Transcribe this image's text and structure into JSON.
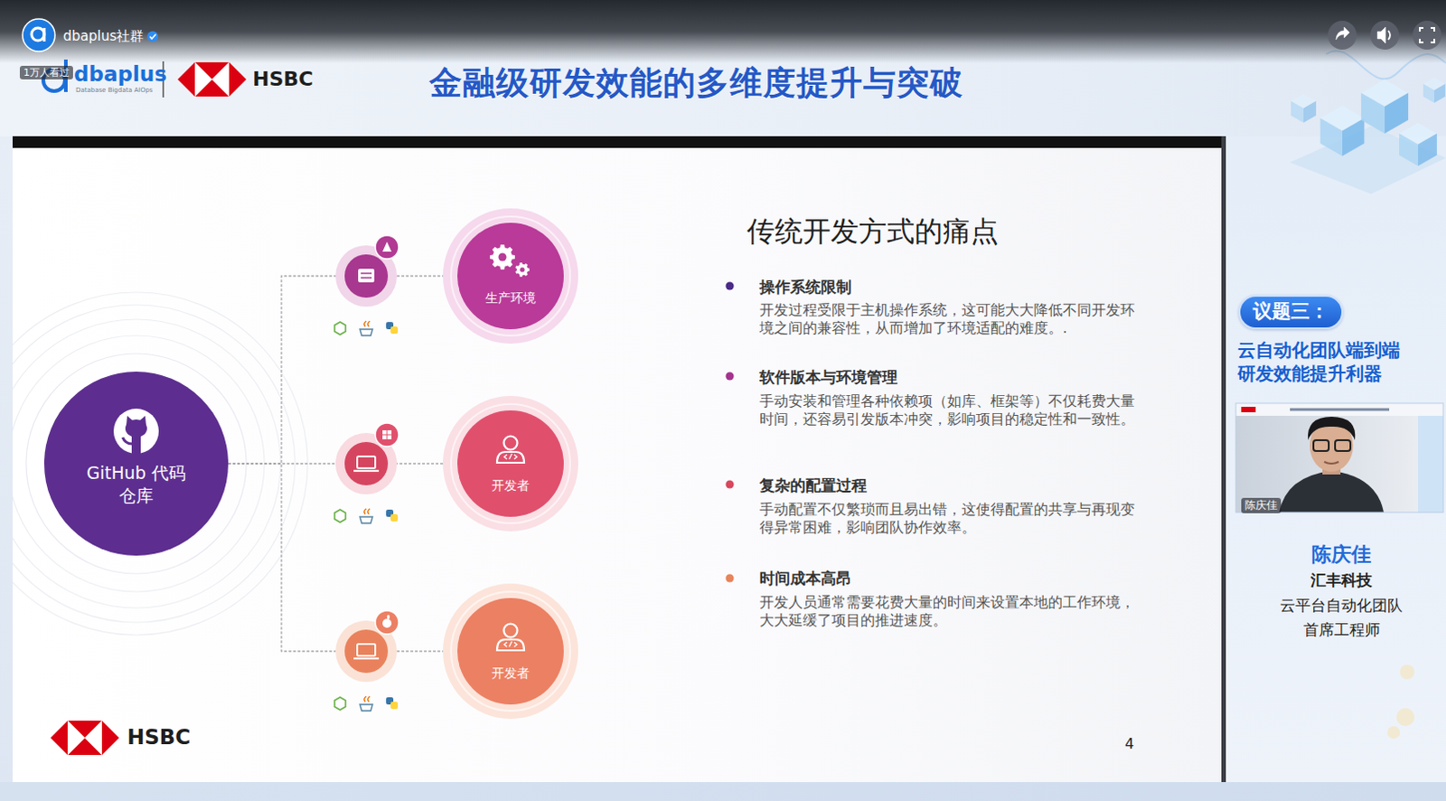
{
  "diagram": {
    "title": "金融级研发效能的多维度提升与突破",
    "nodes": [
      {
        "text": [
          "GitHub 代码仓库"
        ]
      },
      {
        "text": [
          "生产环境"
        ]
      },
      {
        "text": [
          "开发者"
        ]
      },
      {
        "text": [
          "开发者"
        ]
      },
      {
        "text": [
          "议题三："
        ]
      }
    ],
    "edges": [
      {
        "from": 0,
        "to": 1,
        "arrow": "none"
      },
      {
        "from": 0,
        "to": 2,
        "arrow": "none"
      },
      {
        "from": 0,
        "to": 3,
        "arrow": "none"
      }
    ],
    "labels": [
      "dbaplus社群",
      "1万人看过",
      "dbaplus",
      "Database Bigdata AIOps",
      "HSBC",
      "传统开发方式的痛点",
      "操作系统限制",
      "开发过程受限于主机操作系统，这可能大大降低不同开发环境之间的兼容性，从而增加了环境适配的难度。.",
      "软件版本与环境管理",
      "手动安装和管理各种依赖项（如库、框架等）不仅耗费大量时间，还容易引发版本冲突，影响项目的稳定性和一致性。",
      "复杂的配置过程",
      "手动配置不仅繁琐而且易出错，这使得配置的共享与再现变得异常困难，影响团队协作效率。",
      "时间成本高昂",
      "开发人员通常需要花费大量的时间来设置本地的工作环境，大大延缓了项目的推进速度。",
      "HSBC",
      "4",
      "云自动化团队端到端研发效能提升利器",
      "陈庆佳",
      "陈庆佳",
      "汇丰科技",
      "云平台自动化团队",
      "首席工程师"
    ]
  }
}
